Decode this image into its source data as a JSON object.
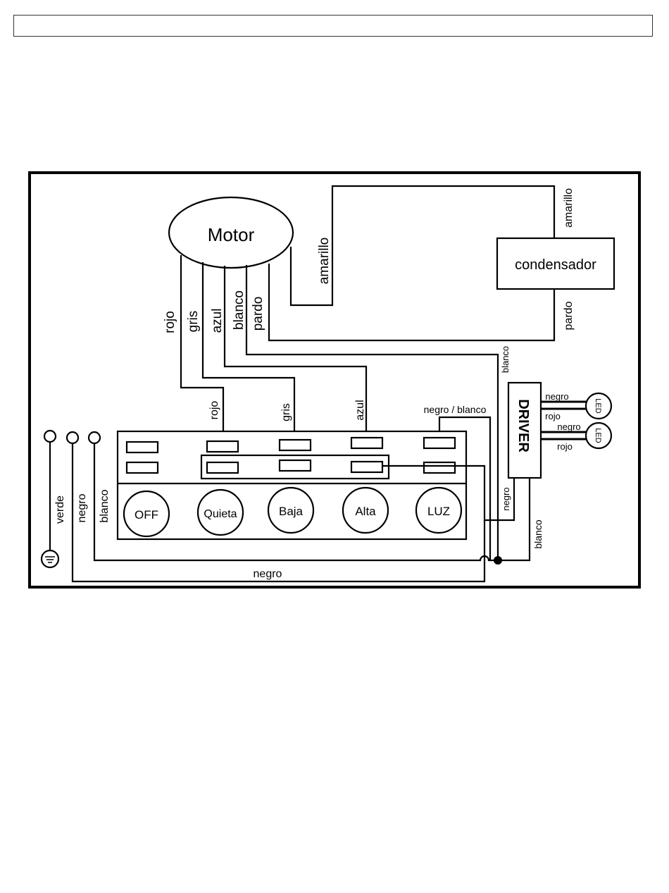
{
  "header": {
    "text": ""
  },
  "diagram": {
    "motor": "Motor",
    "capacitor": "condensador",
    "driver": "DRIVER",
    "motor_wires": {
      "rojo": "rojo",
      "gris": "gris",
      "azul": "azul",
      "blanco": "blanco",
      "pardo": "pardo",
      "amarillo": "amarillo"
    },
    "capacitor_wires": {
      "top": "amarillo",
      "bottom": "pardo"
    },
    "switch_labels": {
      "rojo": "rojo",
      "gris": "gris",
      "azul": "azul",
      "negro_blanco": "negro / blanco"
    },
    "driver_wires": {
      "blanco_top": "blanco",
      "negro_1": "negro",
      "rojo_1": "rojo",
      "negro_2": "negro",
      "rojo_2": "rojo",
      "negro_bottom": "negro",
      "blanco_bottom": "blanco"
    },
    "led_1": "LED",
    "led_2": "LED",
    "buttons": [
      "OFF",
      "Quieta",
      "Baja",
      "Alta",
      "LUZ"
    ],
    "supply": {
      "verde": "verde",
      "negro": "negro",
      "blanco": "blanco"
    },
    "bottom_wire": "negro"
  }
}
